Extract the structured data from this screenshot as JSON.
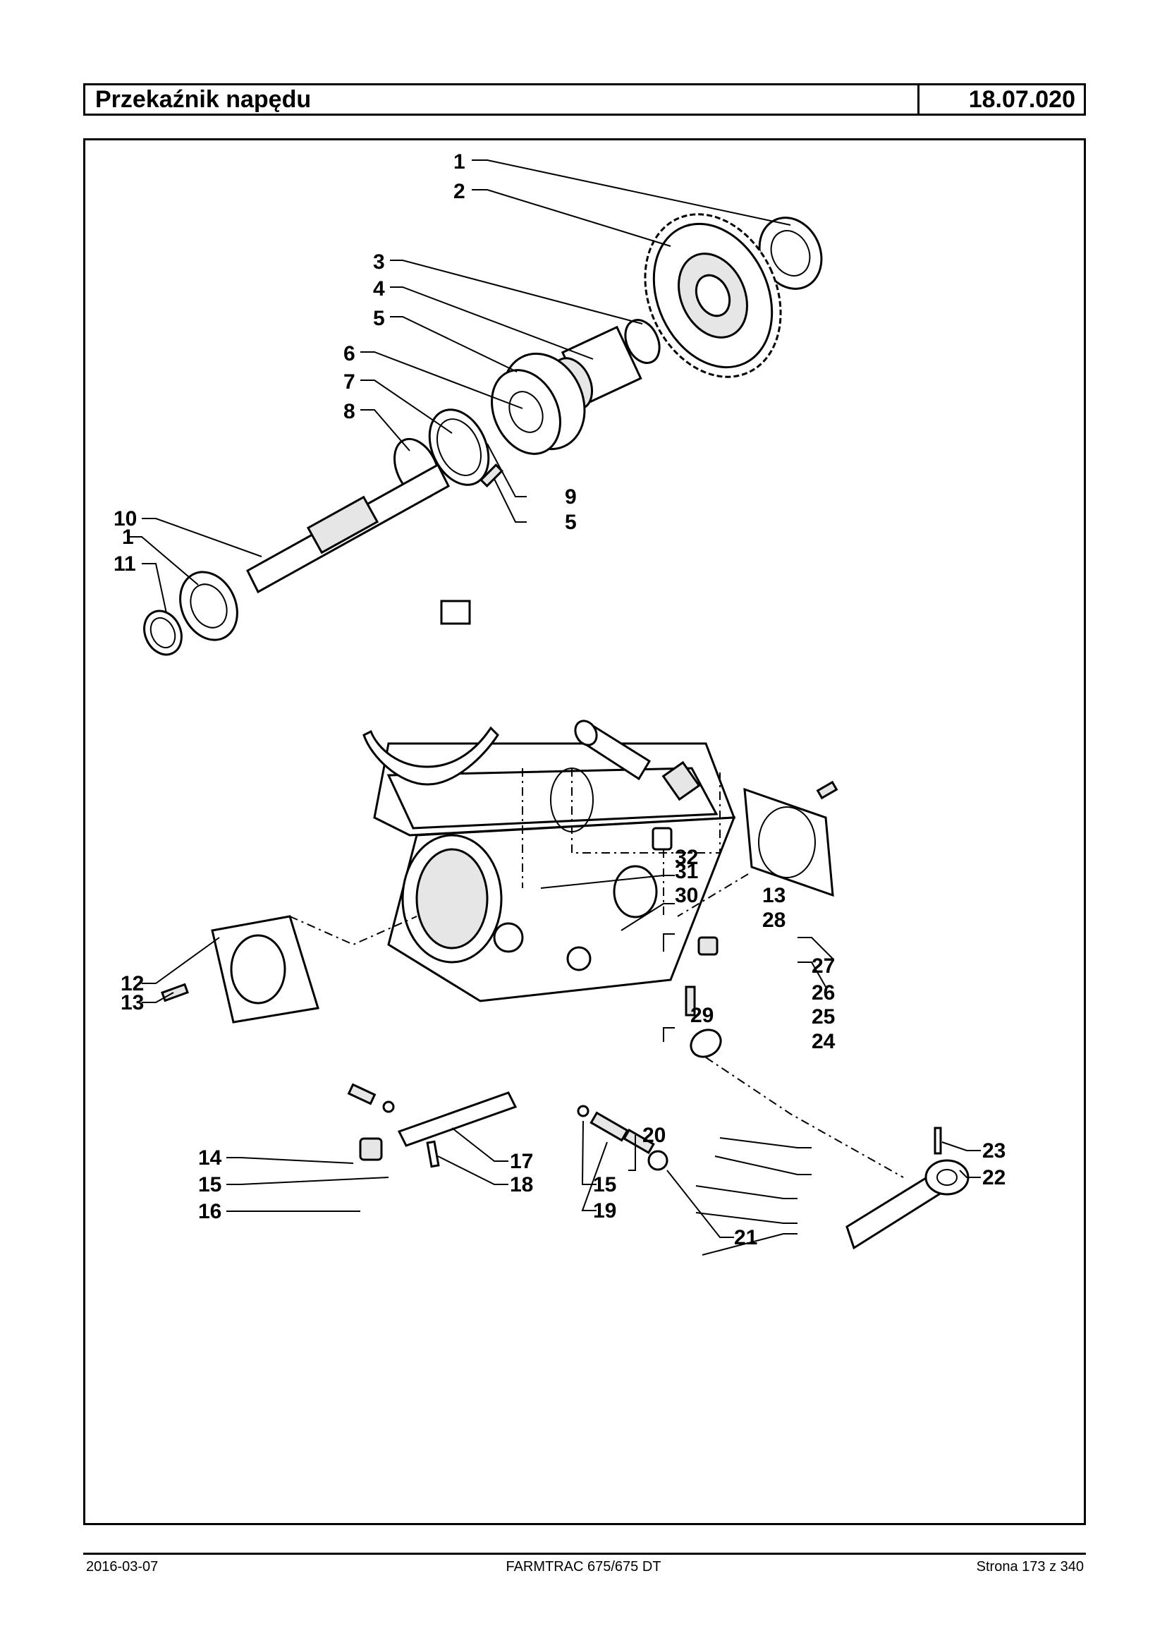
{
  "header": {
    "title": "Przekaźnik napędu",
    "code": "18.07.020"
  },
  "footer": {
    "date": "2016-03-07",
    "model": "FARMTRAC 675/675 DT",
    "page": "Strona 173 z 340"
  },
  "diagram": {
    "labels": [
      "1",
      "2",
      "3",
      "4",
      "5",
      "6",
      "7",
      "8",
      "9",
      "5",
      "10",
      "1",
      "11",
      "32",
      "31",
      "30",
      "13",
      "28",
      "29",
      "27",
      "26",
      "25",
      "24",
      "12",
      "13",
      "14",
      "15",
      "16",
      "17",
      "18",
      "15",
      "19",
      "20",
      "21",
      "23",
      "22"
    ]
  }
}
